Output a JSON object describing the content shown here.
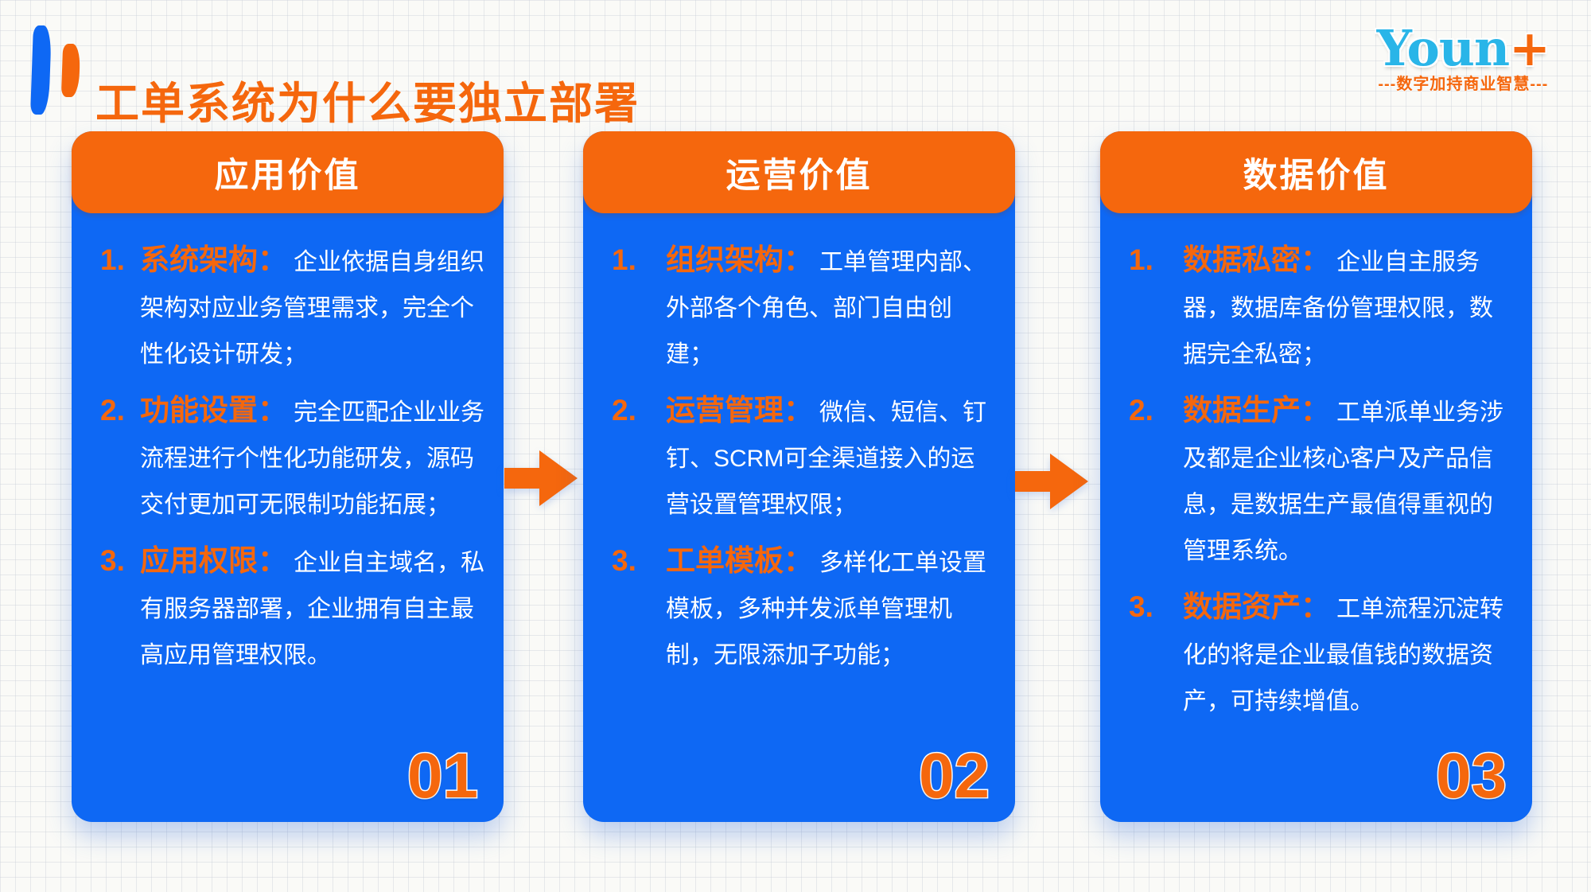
{
  "slide": {
    "title": "工单系统为什么要独立部署",
    "logo": {
      "text": "Youn",
      "plus": "+",
      "tagline": "---数字加持商业智慧---"
    },
    "colors": {
      "card_blue": "#0E68F4",
      "accent_orange": "#F5670D",
      "logo_cyan": "#29B5E8",
      "text_white": "#FFFFFF",
      "background": "#FAFAF7"
    },
    "cards": [
      {
        "header": "应用价值",
        "number": "01",
        "items": [
          {
            "n": "1.",
            "label": "系统架构：",
            "text": "企业依据自身组织架构对应业务管理需求，完全个性化设计研发；"
          },
          {
            "n": "2.",
            "label": "功能设置：",
            "text": "完全匹配企业业务流程进行个性化功能研发，源码交付更加可无限制功能拓展；"
          },
          {
            "n": "3.",
            "label": "应用权限：",
            "text": "企业自主域名，私有服务器部署，企业拥有自主最高应用管理权限。"
          }
        ]
      },
      {
        "header": "运营价值",
        "number": "02",
        "items": [
          {
            "n": "1.",
            "label": "组织架构：",
            "text": "工单管理内部、外部各个角色、部门自由创建；"
          },
          {
            "n": "2.",
            "label": "运营管理：",
            "text": "微信、短信、钉钉、SCRM可全渠道接入的运营设置管理权限；"
          },
          {
            "n": "3.",
            "label": "工单模板：",
            "text": "多样化工单设置模板，多种并发派单管理机制，无限添加子功能；"
          }
        ]
      },
      {
        "header": "数据价值",
        "number": "03",
        "items": [
          {
            "n": "1.",
            "label": "数据私密：",
            "text": "企业自主服务器，数据库备份管理权限，数据完全私密；"
          },
          {
            "n": "2.",
            "label": "数据生产：",
            "text": "工单派单业务涉及都是企业核心客户及产品信息，是数据生产最值得重视的管理系统。"
          },
          {
            "n": "3.",
            "label": "数据资产：",
            "text": "工单流程沉淀转化的将是企业最值钱的数据资产，可持续增值。"
          }
        ]
      }
    ]
  }
}
